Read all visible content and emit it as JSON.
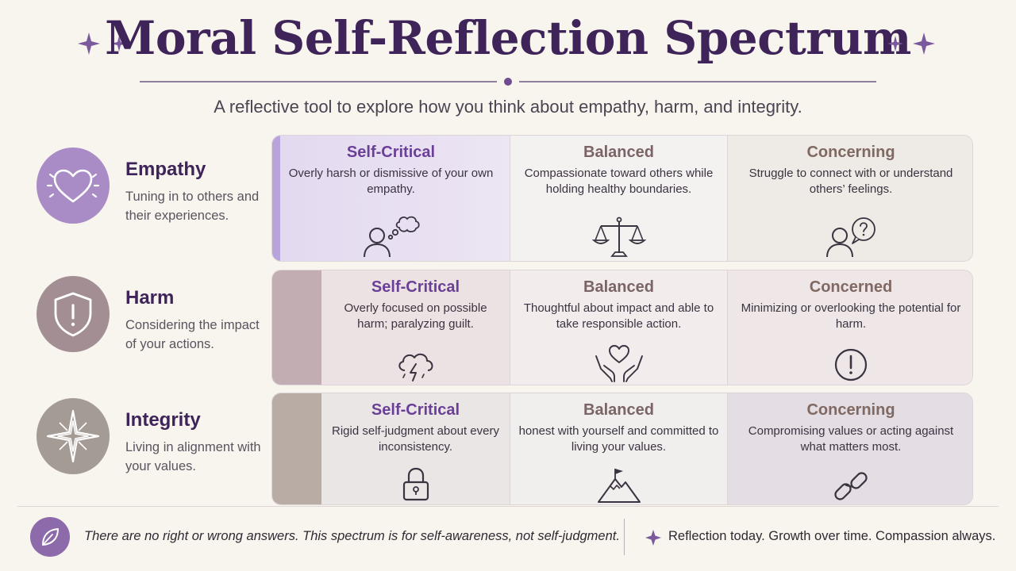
{
  "title": "Moral Self-Reflection Spectrum",
  "subtitle": "A reflective tool to explore how you think about empathy, harm, and integrity.",
  "colors": {
    "title": "#3e2458",
    "self_critical": "#6a3f97",
    "balanced": "#7a6465",
    "concerning": "#7f6962",
    "accent": "#8d6aa9"
  },
  "rows": [
    {
      "name": "Empathy",
      "description": "Tuning in to others and their experiences.",
      "icon": "heart-icon",
      "circle_color": "#a98cc6",
      "levels": [
        {
          "label": "Self-Critical",
          "text": "Overly harsh or dismissive of your own empathy.",
          "icon": "person-thought-bubble-icon"
        },
        {
          "label": "Balanced",
          "text": "Compassionate toward others while holding healthy boundaries.",
          "icon": "scales-icon"
        },
        {
          "label": "Concerning",
          "text": "Struggle to connect with or understand others’ feelings.",
          "icon": "person-question-icon"
        }
      ]
    },
    {
      "name": "Harm",
      "description": "Considering the impact of your actions.",
      "icon": "shield-alert-icon",
      "circle_color": "#a38e94",
      "levels": [
        {
          "label": "Self-Critical",
          "text": "Overly focused on possible harm; paralyzing guilt.",
          "icon": "storm-cloud-icon"
        },
        {
          "label": "Balanced",
          "text": "Thoughtful about impact and able to take responsible action.",
          "icon": "hands-heart-icon"
        },
        {
          "label": "Concerned",
          "text": "Minimizing or overlooking the potential for harm.",
          "icon": "alert-circle-icon"
        }
      ]
    },
    {
      "name": "Integrity",
      "description": "Living in alignment with your values.",
      "icon": "compass-star-icon",
      "circle_color": "#a59b95",
      "levels": [
        {
          "label": "Self-Critical",
          "text": "Rigid self-judgment about every inconsistency.",
          "icon": "lock-icon"
        },
        {
          "label": "Balanced",
          "text": "honest with yourself and committed to living your values.",
          "icon": "mountain-flag-icon"
        },
        {
          "label": "Concerning",
          "text": "Compromising values or acting against what matters most.",
          "icon": "broken-chain-icon"
        }
      ]
    }
  ],
  "footer": {
    "note": "There are no right or wrong answers. This spectrum is for self-awareness, not self-judgment.",
    "motto": "Reflection today. Growth over time. Compassion always.",
    "note_icon": "leaf-icon",
    "motto_icon": "sparkle-icon"
  }
}
